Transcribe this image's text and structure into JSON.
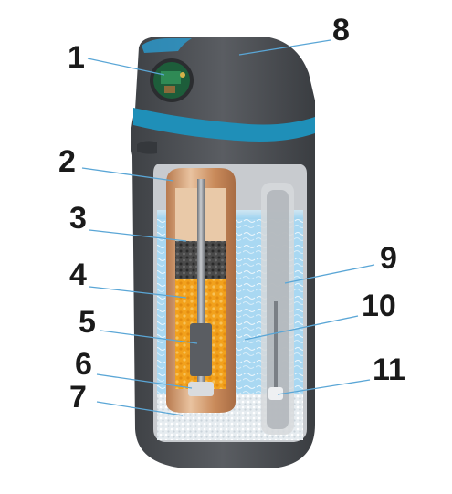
{
  "callouts": [
    {
      "label": "1"
    },
    {
      "label": "2"
    },
    {
      "label": "3"
    },
    {
      "label": "4"
    },
    {
      "label": "5"
    },
    {
      "label": "6"
    },
    {
      "label": "7"
    },
    {
      "label": "8"
    },
    {
      "label": "9"
    },
    {
      "label": "10"
    },
    {
      "label": "11"
    }
  ],
  "colors": {
    "housing": "#4a4d52",
    "accent_band": "#1f8fb8",
    "tank_copper": "#c98a5a",
    "resin": "#f2a11c",
    "carbon": "#3a3a3a",
    "brine": "#7fc4ea",
    "salt": "#e8eef2"
  }
}
